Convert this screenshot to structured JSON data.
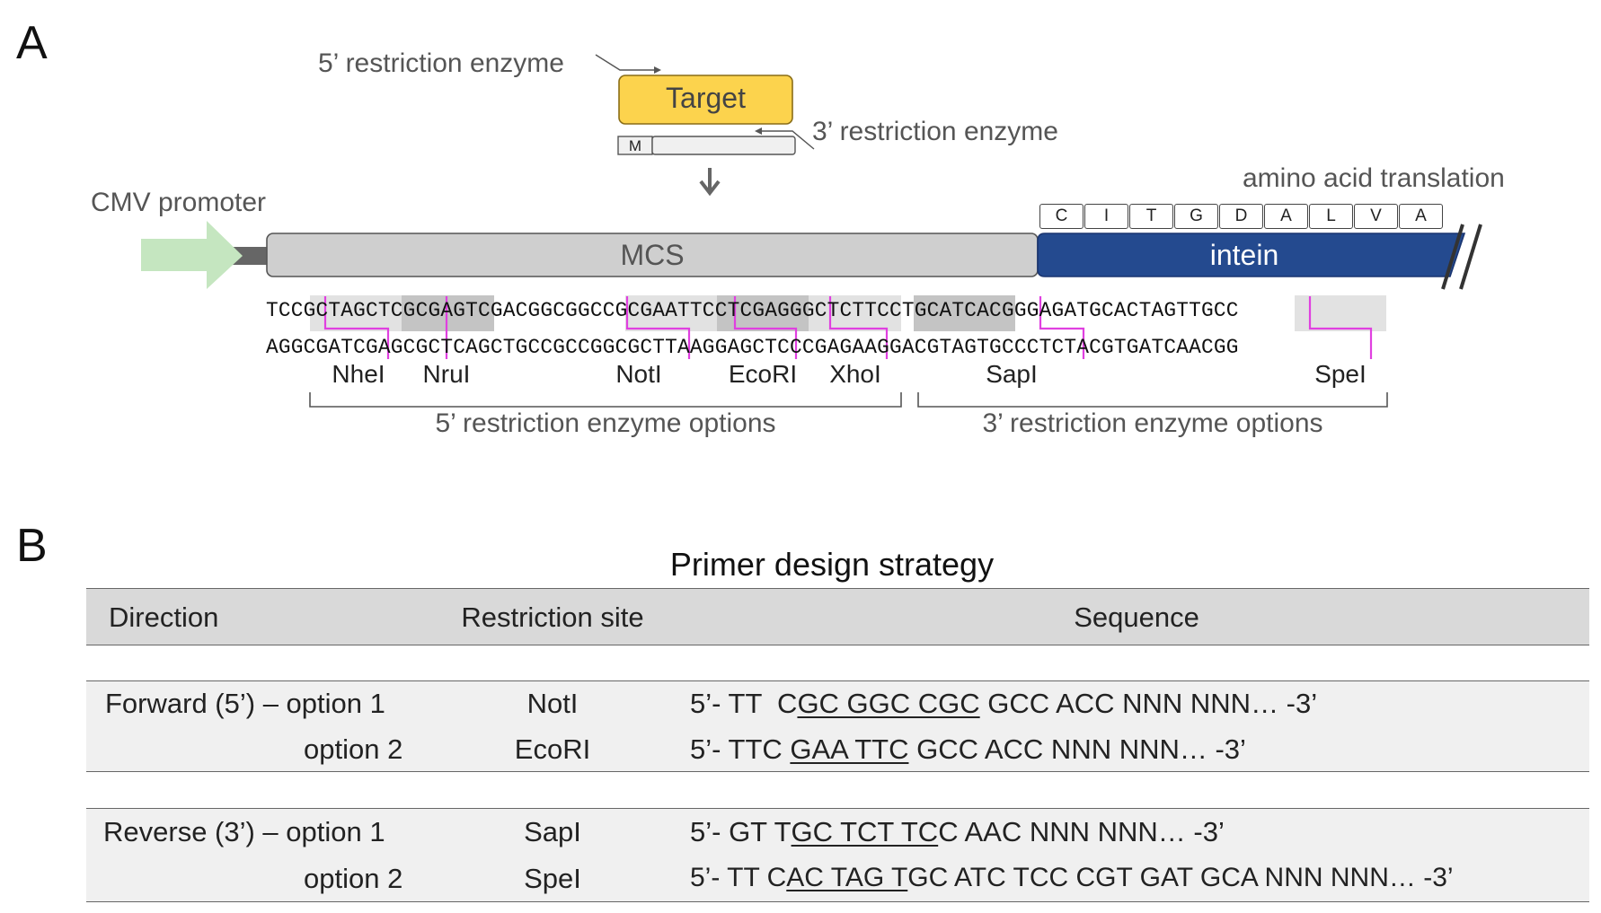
{
  "panel_a": {
    "letter": "A",
    "five_prime_label": "5’ restriction enzyme",
    "target_label": "Target",
    "m_label": "M",
    "three_prime_label": "3’ restriction enzyme",
    "aa_translation_label": "amino acid translation",
    "aa_letters": [
      "C",
      "I",
      "T",
      "G",
      "D",
      "A",
      "L",
      "V",
      "A"
    ],
    "cmv_label": "CMV promoter",
    "mcs_label": "MCS",
    "intein_label": "intein",
    "seq_top": "TCCGCTAGCTCGCGAGTCGACGGCGGCCGCGAATTCCTCGAGGGCTCTTCCTGCATCACGGGAGATGCACTAGTTGCC",
    "seq_bottom": "AGGCGATCGAGCGCTCAGCTGCCGCCGGCGCTTAAGGAGCTCCCGAGAAGGACGTAGTGCCCTCTACGTGATCAACGG",
    "enzymes": [
      "NheI",
      "NruI",
      "NotI",
      "EcoRI",
      "XhoI",
      "SapI",
      "SpeI"
    ],
    "five_prime_options": "5’ restriction enzyme options",
    "three_prime_options": "3’ restriction enzyme options",
    "colors": {
      "target": "#fcd34d",
      "intein": "#244a8f",
      "mcs": "#cfcfcf",
      "promoter": "#c5e6c0",
      "cut_line": "#e040e0"
    }
  },
  "panel_b": {
    "letter": "B",
    "title": "Primer design strategy",
    "headers": {
      "direction": "Direction",
      "site": "Restriction site",
      "sequence": "Sequence"
    },
    "fwd1": {
      "direction": "Forward (5’) – option 1",
      "site": "NotI",
      "pre": "5’- TT  C",
      "ul": "GC GGC CGC",
      "post": " GCC ACC NNN NNN… -3’"
    },
    "fwd2": {
      "direction": "option 2",
      "site": "EcoRI",
      "pre": "5’- TTC ",
      "ul": "GAA TTC",
      "post": " GCC ACC NNN NNN… -3’"
    },
    "rev1": {
      "direction": "Reverse (3’) – option 1",
      "site": "SapI",
      "pre": "5’- GT T",
      "ul": "GC TCT TC",
      "post": "C AAC NNN NNN… -3’"
    },
    "rev2": {
      "direction": "option 2",
      "site": "SpeI",
      "pre": "5’- TT C",
      "ul": "AC TAG T",
      "post": "GC ATC TCC CGT GAT GCA NNN NNN… -3’"
    }
  }
}
